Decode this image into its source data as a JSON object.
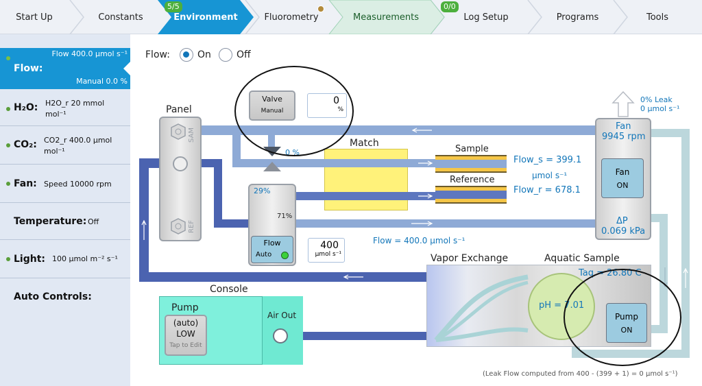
{
  "tabs": [
    {
      "label": "Start Up"
    },
    {
      "label": "Constants"
    },
    {
      "label": "Environment",
      "badge": "5/5"
    },
    {
      "label": "Fluorometry"
    },
    {
      "label": "Measurements",
      "badge": "0/0"
    },
    {
      "label": "Log Setup"
    },
    {
      "label": "Programs"
    },
    {
      "label": "Tools"
    }
  ],
  "sidebar": {
    "flow": {
      "label": "Flow:",
      "line1": "Flow 400.0 µmol s⁻¹",
      "line2": "Manual 0.0 %"
    },
    "h2o": {
      "label": "H₂O:",
      "line1": "H2O_r 20 mmol",
      "line2": "mol⁻¹"
    },
    "co2": {
      "label": "CO₂:",
      "line1": "CO2_r 400.0 µmol",
      "line2": "mol⁻¹"
    },
    "fan": {
      "label": "Fan:",
      "value": "Speed 10000 rpm"
    },
    "temperature": {
      "label": "Temperature:",
      "value": "Off"
    },
    "light": {
      "label": "Light:",
      "value": "100 µmol m⁻² s⁻¹"
    },
    "auto": {
      "label": "Auto Controls:"
    }
  },
  "flow_toggle": {
    "label": "Flow:",
    "on": "On",
    "off": "Off",
    "selected": "On"
  },
  "diagram": {
    "panel_label": "Panel",
    "sam_label": "SAM",
    "ref_label": "REF",
    "valve": {
      "title": "Valve",
      "mode": "Manual",
      "value": "0",
      "unit": "%",
      "percent_label": "0 %"
    },
    "match_label": "Match",
    "sample_label": "Sample",
    "reference_label": "Reference",
    "flow_s": "Flow_s = 399.1",
    "flow_unit": "µmol s⁻¹",
    "flow_r": "Flow_r = 678.1",
    "split_29": "29%",
    "split_71": "71%",
    "flow_ctrl": {
      "title": "Flow",
      "mode": "Auto",
      "value": "400",
      "unit": "µmol s⁻¹"
    },
    "flow_total": "Flow = 400.0 µmol s⁻¹",
    "leak": {
      "line1": "0% Leak",
      "line2": "0 µmol s⁻¹"
    },
    "fan_box": {
      "title": "Fan",
      "rpm": "9945 rpm",
      "btn_title": "Fan",
      "btn_state": "ON"
    },
    "dp": {
      "label": "ΔP",
      "value": "0.069 kPa"
    },
    "vapor_label": "Vapor Exchange",
    "aquatic_label": "Aquatic Sample",
    "taq": "Taq = 26.80 C",
    "ph": "pH = 7.01",
    "pump_on": {
      "title": "Pump",
      "state": "ON"
    },
    "console_label": "Console",
    "pump_label": "Pump",
    "pump_btn": {
      "line1": "(auto)",
      "line2": "LOW",
      "hint": "Tap to Edit"
    },
    "air_out": "Air Out",
    "footnote": "(Leak Flow computed from 400 - (399 + 1) = 0 µmol s⁻¹)"
  },
  "colors": {
    "accent": "#1795d4",
    "pipe_dark": "#4b63b0",
    "pipe_light": "#8eaad6",
    "teal": "#bcd7dc",
    "aqua_fill": "#7ff0dc",
    "match_yellow": "#fff27a",
    "ph_green": "#d6ebb0",
    "fan_btn": "#9ccbe0"
  },
  "icons": [
    "chevron-tab-icon",
    "hexagon-valve-icon",
    "led-green-icon",
    "fan-exhaust-arrow-icon",
    "flow-arrow-icon"
  ]
}
